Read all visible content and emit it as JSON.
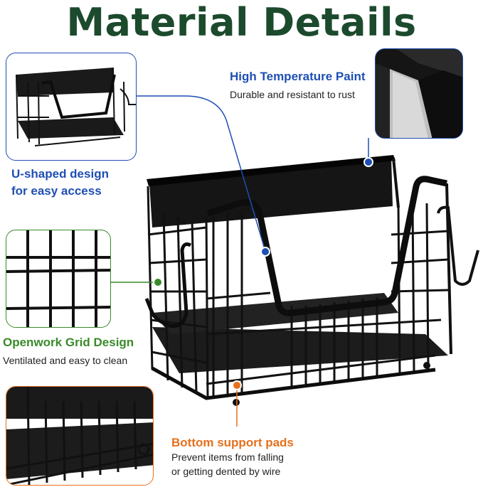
{
  "page": {
    "title": "Material Details"
  },
  "colors": {
    "title": "#1c4a2d",
    "blue": "#1f4fb3",
    "green": "#3a8a2a",
    "orange": "#e6701d",
    "metal": "#111111"
  },
  "callouts": {
    "paint": {
      "title": "High Temperature Paint",
      "desc": "Durable and resistant to rust",
      "icon": "paint-sample-icon"
    },
    "ushape": {
      "title_line1": "U-shaped design",
      "title_line2": "for easy access",
      "icon": "u-shape-basket-icon"
    },
    "grid": {
      "title": "Openwork Grid Design",
      "desc": "Ventilated and easy to clean",
      "icon": "grid-wire-icon"
    },
    "pads": {
      "title": "Bottom support pads",
      "desc_line1": "Prevent items from falling",
      "desc_line2": "or getting dented by wire",
      "icon": "support-pad-icon"
    }
  }
}
